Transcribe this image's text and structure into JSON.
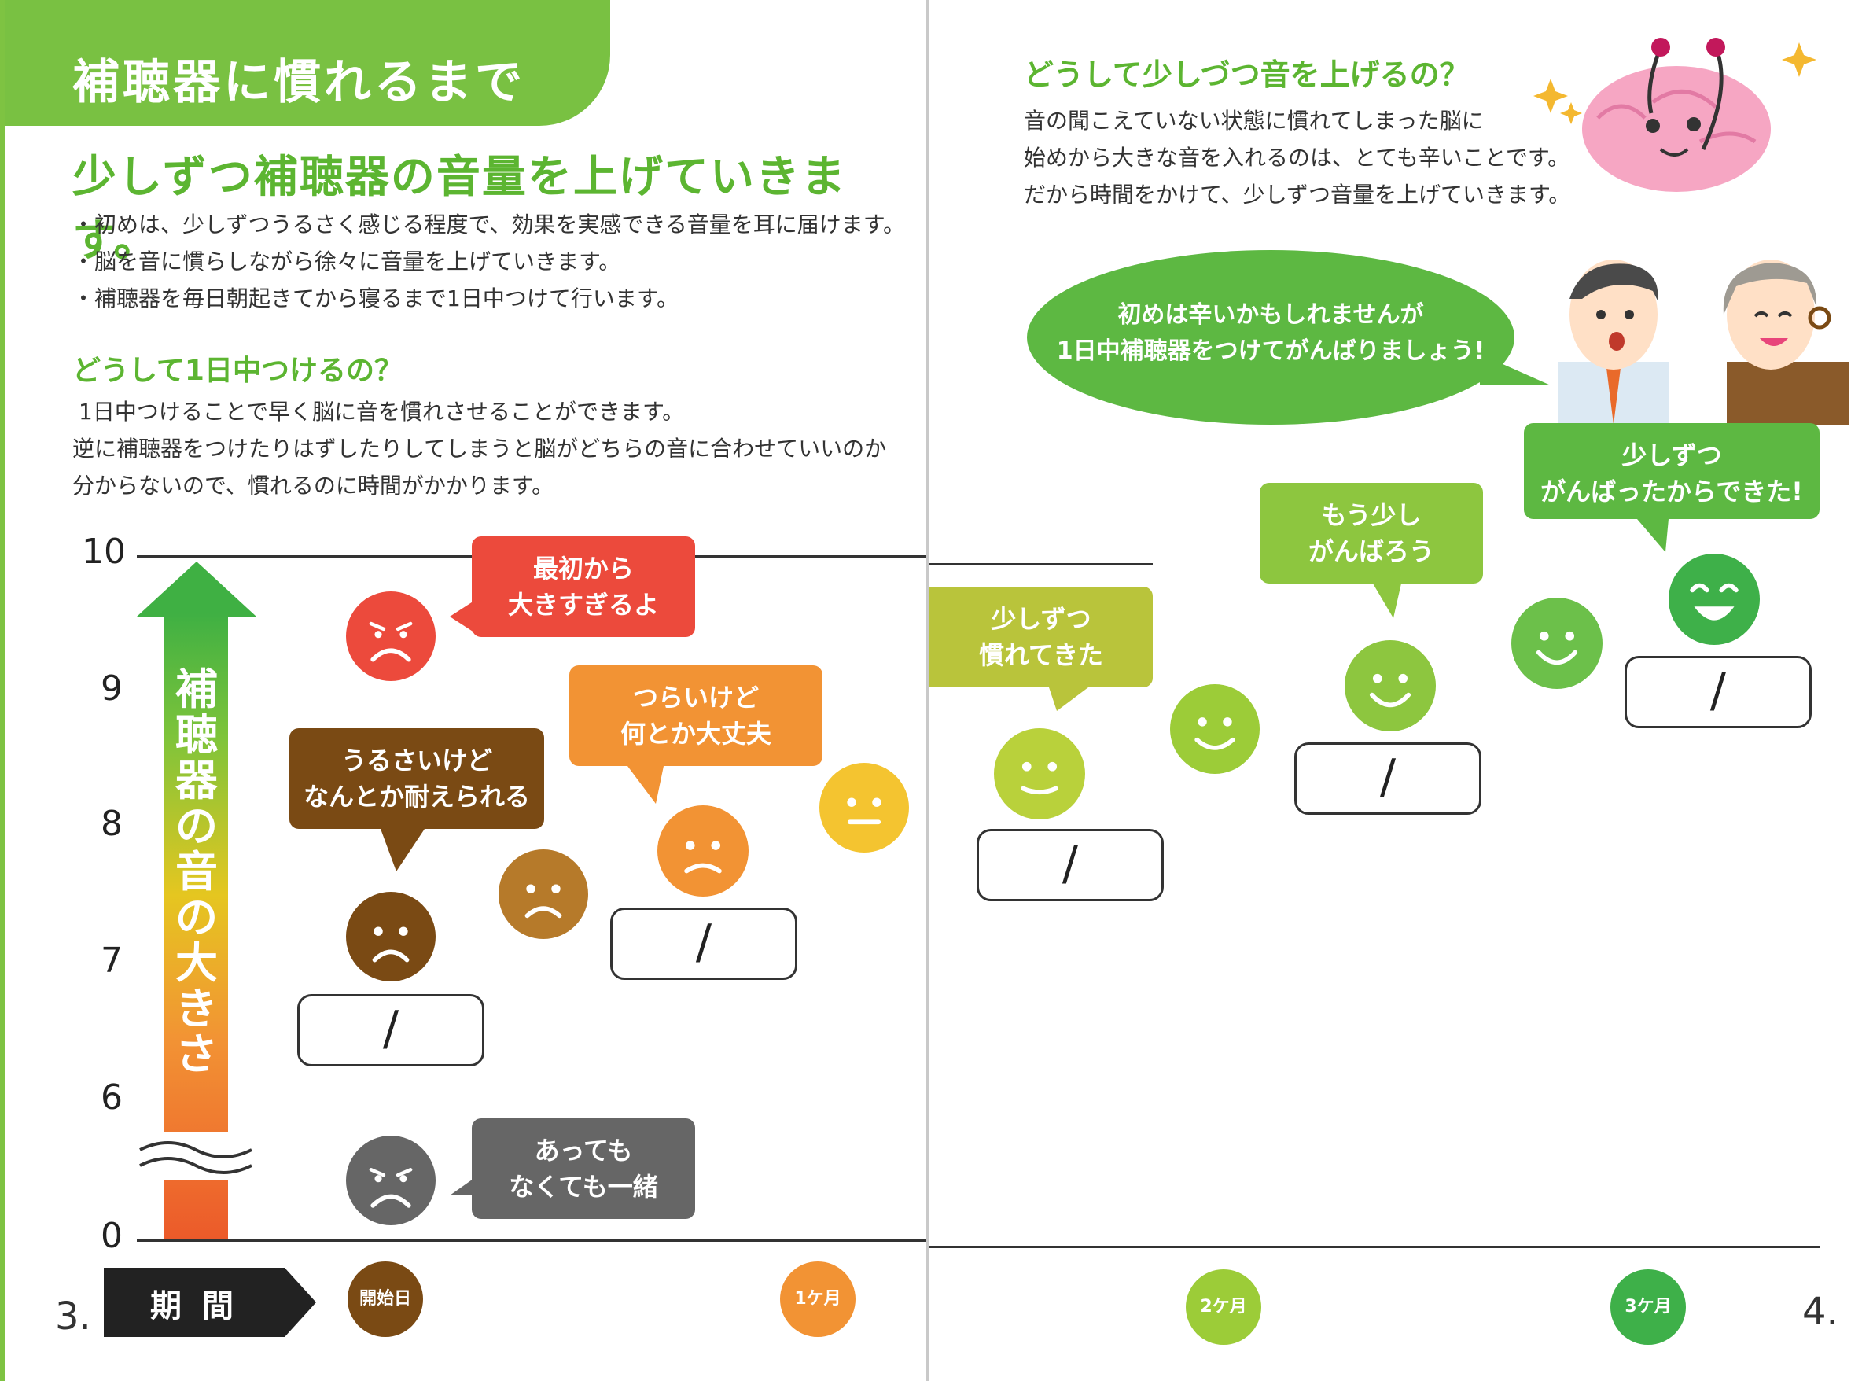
{
  "left_page": {
    "header_title": "補聴器に慣れるまで",
    "heading": "少しずつ補聴器の音量を上げていきます。",
    "bullets": [
      "・初めは、少しずつうるさく感じる程度で、効果を実感できる音量を耳に届けます。",
      "・脳を音に慣らしながら徐々に音量を上げていきます。",
      "・補聴器を毎日朝起きてから寝るまで1日中つけて行います。"
    ],
    "subheading": "どうして1日中つけるの？",
    "paragraph": [
      "1日中つけることで早く脳に音を慣れさせることができます。",
      "逆に補聴器をつけたりはずしたりしてしまうと脳がどちらの音に合わせていいのか",
      "分からないので、慣れるのに時間がかかります。"
    ],
    "page_number": "3."
  },
  "right_page": {
    "heading": "どうして少しづつ音を上げるの？",
    "paragraph": [
      "音の聞こえていない状態に慣れてしまった脳に",
      "始めから大きな音を入れるのは、とても辛いことです。",
      "だから時間をかけて、少しずつ音量を上げていきます。"
    ],
    "speech_big": [
      "初めは辛いかもしれませんが",
      "1日中補聴器をつけてがんばりましょう!"
    ],
    "page_number": "4."
  },
  "chart": {
    "y_axis_title": "補聴器の音の大きさ",
    "y_ticks": [
      "10",
      "9",
      "8",
      "7",
      "6",
      "0"
    ],
    "period_label": "期 間",
    "milestones": [
      "開始日",
      "1ケ月",
      "2ケ月",
      "3ケ月"
    ],
    "date_placeholder": "/",
    "bubbles": {
      "b1": [
        "最初から",
        "大きすぎるよ"
      ],
      "b2": [
        "うるさいけど",
        "なんとか耐えられる"
      ],
      "b3": [
        "つらいけど",
        "何とか大丈夫"
      ],
      "b4": [
        "あっても",
        "なくても一緒"
      ],
      "b5": [
        "少しずつ",
        "慣れてきた"
      ],
      "b6": [
        "もう少し",
        "がんばろう"
      ],
      "b7": [
        "少しずつ",
        "がんばったからできた!"
      ]
    }
  },
  "colors": {
    "accent_green": "#79c142",
    "heading_green": "#5cb531",
    "red": "#ec4a3c",
    "brown": "#8b5a1e",
    "orange": "#f29334",
    "yellow": "#f4c430",
    "lime": "#b9d13b",
    "gray": "#666666"
  }
}
